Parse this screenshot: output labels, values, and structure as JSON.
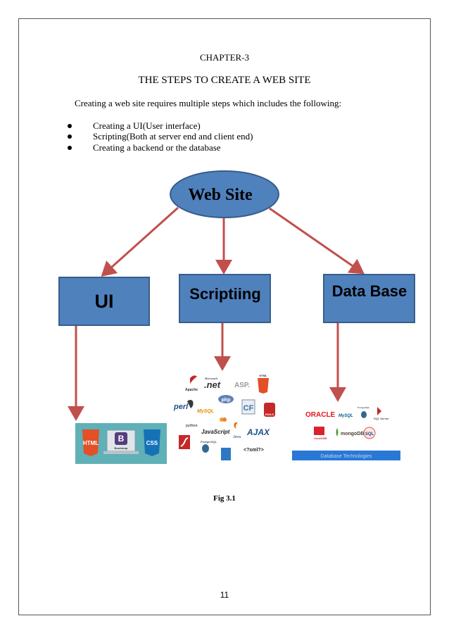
{
  "document": {
    "chapter": "CHAPTER-3",
    "heading": "THE STEPS TO CREATE A WEB SITE",
    "intro": "Creating a web site requires multiple steps which includes the following:",
    "bullets": [
      "Creating a UI(User interface)",
      "Scripting(Both at server end and client end)",
      "Creating a backend or the database"
    ],
    "caption": "Fig 3.1",
    "page_number": "11"
  },
  "diagram": {
    "root": "Web Site",
    "nodes": [
      "UI",
      "Scriptiing",
      "Data Base"
    ],
    "colors": {
      "node_fill": "#4f81bd",
      "node_stroke": "#385d8a",
      "arrow": "#c0504d",
      "node_text": "#000000"
    },
    "ui_logos": {
      "html": "HTML",
      "bootstrap": "B",
      "bootstrap_sub": "Bootstrap",
      "css": "CSS"
    },
    "scripting_logos": {
      "apache": "Apache",
      "microsoft": "Microsoft",
      "dotnet": ".net",
      "asp": "ASP.",
      "html5": "HTML",
      "perl": "perl",
      "mysql": "MySQL",
      "php": "php",
      "cf": "CF",
      "rails": "RAILS",
      "python": "python",
      "javascript": "JavaScript",
      "java": "Java",
      "ajax": "AJAX",
      "postgresql": "PostgreSQL",
      "xml": "<?xml?>"
    },
    "database_logos": {
      "oracle": "ORACLE",
      "mysql": "MySQL",
      "postgresql": "PostgreSQL",
      "sqlserver": "SQL Server",
      "couchdb": "CouchDB",
      "mongodb": "mongoDB",
      "sql": "SQL",
      "banner": "Database Technologies"
    }
  }
}
